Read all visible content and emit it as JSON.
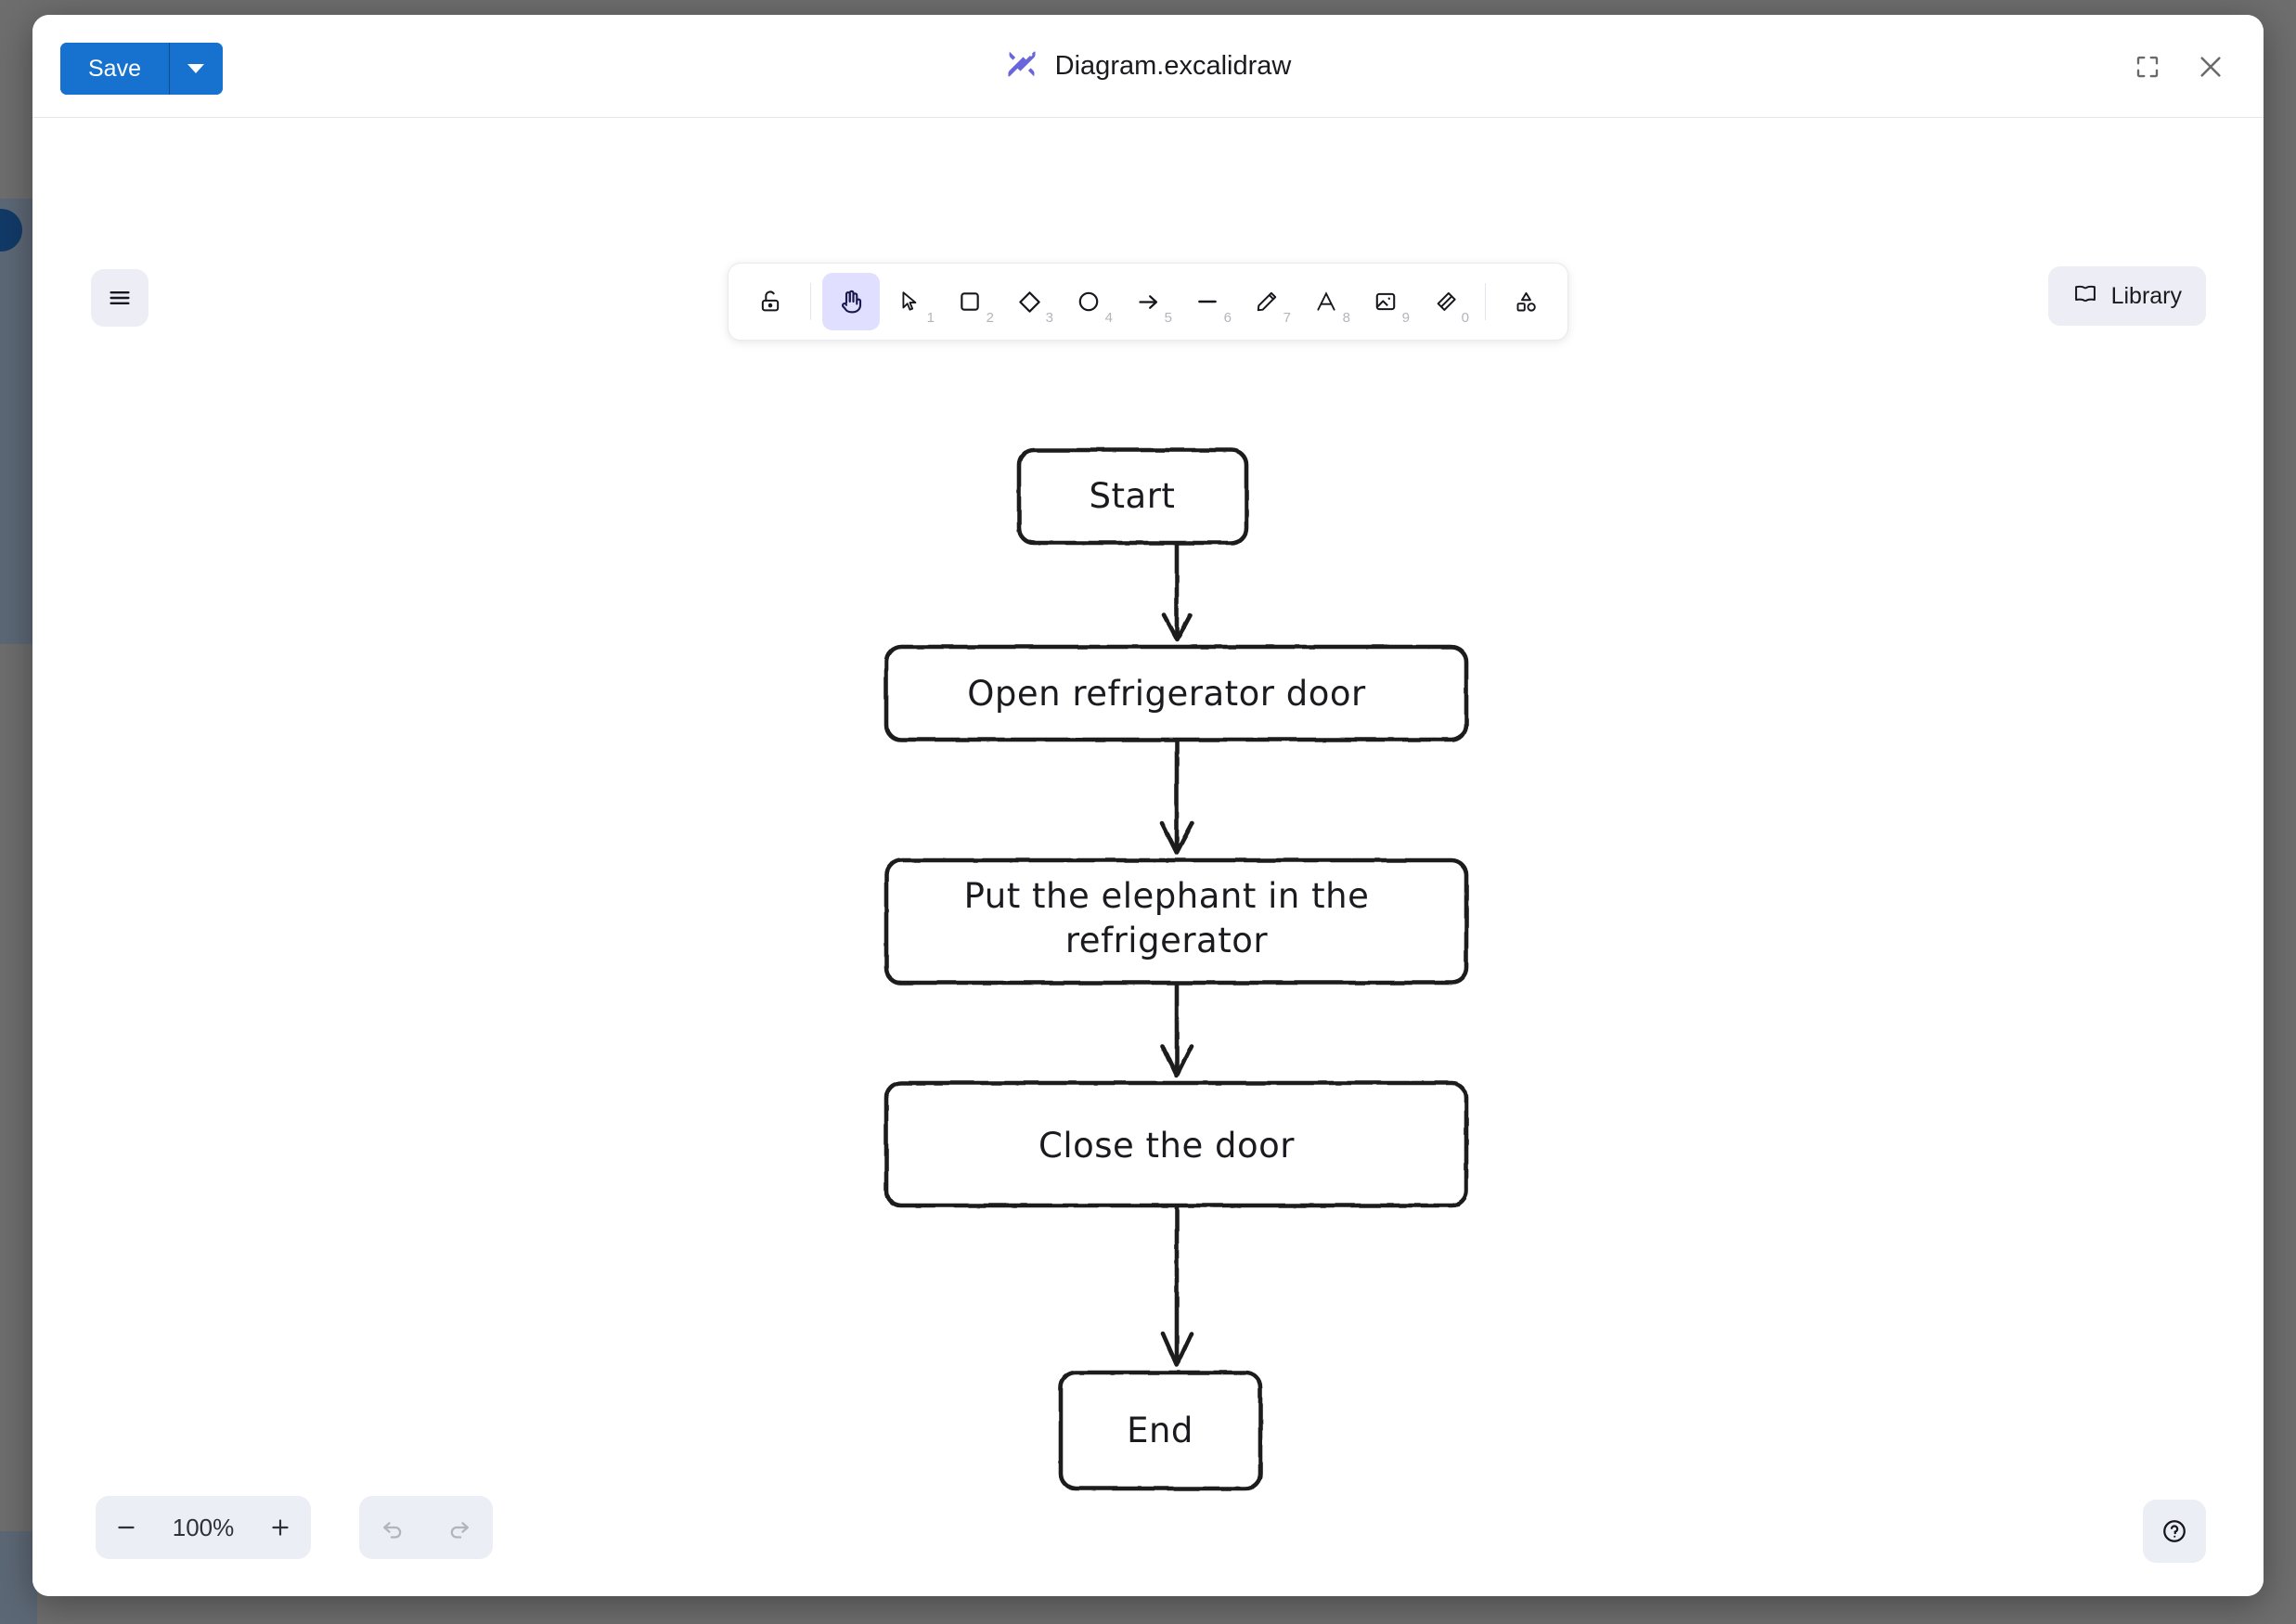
{
  "backdrop": {
    "color": "#6e6e6e",
    "band_color": "#5d6876"
  },
  "window": {
    "title": "Diagram.excalidraw",
    "logo_icon": "excalidraw-logo-icon",
    "save_label": "Save",
    "save_caret_icon": "chevron-down-icon",
    "fullscreen_icon": "fullscreen-icon",
    "close_icon": "close-icon",
    "accent_color": "#1672ce"
  },
  "canvas": {
    "menu_icon": "hamburger-menu-icon",
    "library_label": "Library",
    "library_icon": "book-icon",
    "help_icon": "help-circle-icon"
  },
  "toolbar": {
    "active_tool": "hand",
    "tools": [
      {
        "name": "lock",
        "icon": "lock-open-icon",
        "shortcut": "",
        "active": false
      },
      {
        "name": "hand",
        "icon": "hand-icon",
        "shortcut": "",
        "active": true
      },
      {
        "name": "selection",
        "icon": "cursor-arrow-icon",
        "shortcut": "1",
        "active": false
      },
      {
        "name": "rectangle",
        "icon": "square-icon",
        "shortcut": "2",
        "active": false
      },
      {
        "name": "diamond",
        "icon": "diamond-icon",
        "shortcut": "3",
        "active": false
      },
      {
        "name": "ellipse",
        "icon": "circle-icon",
        "shortcut": "4",
        "active": false
      },
      {
        "name": "arrow",
        "icon": "arrow-right-icon",
        "shortcut": "5",
        "active": false
      },
      {
        "name": "line",
        "icon": "line-icon",
        "shortcut": "6",
        "active": false
      },
      {
        "name": "draw",
        "icon": "pencil-icon",
        "shortcut": "7",
        "active": false
      },
      {
        "name": "text",
        "icon": "text-a-icon",
        "shortcut": "8",
        "active": false
      },
      {
        "name": "image",
        "icon": "image-icon",
        "shortcut": "9",
        "active": false
      },
      {
        "name": "eraser",
        "icon": "eraser-icon",
        "shortcut": "0",
        "active": false
      },
      {
        "name": "shapes",
        "icon": "shapes-icon",
        "shortcut": "",
        "active": false
      }
    ]
  },
  "footer": {
    "zoom_out_icon": "minus-icon",
    "zoom_level": "100%",
    "zoom_in_icon": "plus-icon",
    "undo_icon": "undo-icon",
    "redo_icon": "redo-icon",
    "undo_enabled": false,
    "redo_enabled": false
  },
  "diagram": {
    "type": "flowchart",
    "style": "hand-drawn",
    "stroke_color": "#1b1b1f",
    "fill_color": "#ffffff",
    "nodes": [
      {
        "id": "n1",
        "label": "Start",
        "shape": "rounded-rect"
      },
      {
        "id": "n2",
        "label": "Open refrigerator door",
        "shape": "rounded-rect"
      },
      {
        "id": "n3",
        "label": "Put the elephant in the refrigerator",
        "shape": "rounded-rect",
        "lines": [
          "Put the elephant in the",
          "refrigerator"
        ]
      },
      {
        "id": "n4",
        "label": "Close the door",
        "shape": "rounded-rect"
      },
      {
        "id": "n5",
        "label": "End",
        "shape": "rounded-rect"
      }
    ],
    "edges": [
      {
        "from": "n1",
        "to": "n2",
        "type": "arrow"
      },
      {
        "from": "n2",
        "to": "n3",
        "type": "arrow"
      },
      {
        "from": "n3",
        "to": "n4",
        "type": "arrow"
      },
      {
        "from": "n4",
        "to": "n5",
        "type": "arrow"
      }
    ]
  }
}
